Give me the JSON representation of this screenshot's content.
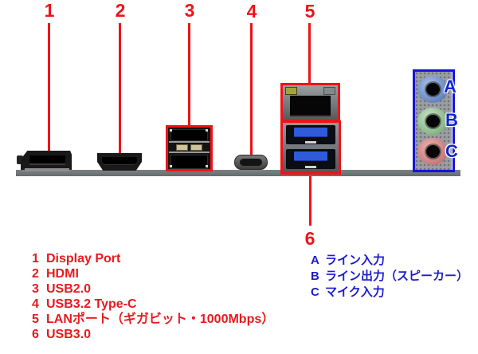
{
  "diagram": {
    "callout_numbers": [
      "1",
      "2",
      "3",
      "4",
      "5",
      "6"
    ],
    "audio_letters": [
      "A",
      "B",
      "C"
    ]
  },
  "legend_ports": {
    "items": [
      {
        "num": "1",
        "label": "Display Port"
      },
      {
        "num": "2",
        "label": "HDMI"
      },
      {
        "num": "3",
        "label": "USB2.0"
      },
      {
        "num": "4",
        "label": "USB3.2 Type-C"
      },
      {
        "num": "5",
        "label": "LANポート（ギガビット・1000Mbps）"
      },
      {
        "num": "6",
        "label": "USB3.0"
      }
    ]
  },
  "legend_audio": {
    "items": [
      {
        "letter": "A",
        "label": "ライン入力"
      },
      {
        "letter": "B",
        "label": "ライン出力（スピーカー）"
      },
      {
        "letter": "C",
        "label": "マイク入力"
      }
    ]
  },
  "colors": {
    "callout_red": "#ee1318",
    "legend_red": "#e8191e",
    "audio_box_blue": "#1414dc",
    "audio_letter_blue": "#1226cd",
    "legend_blue": "#1c1ccd",
    "jack_line_in": "#7e9bcd",
    "jack_line_out": "#9fc79b",
    "jack_mic": "#d08b8b",
    "usb3_tongue": "#2f5ada",
    "board_edge_gray": "#6f7476"
  }
}
